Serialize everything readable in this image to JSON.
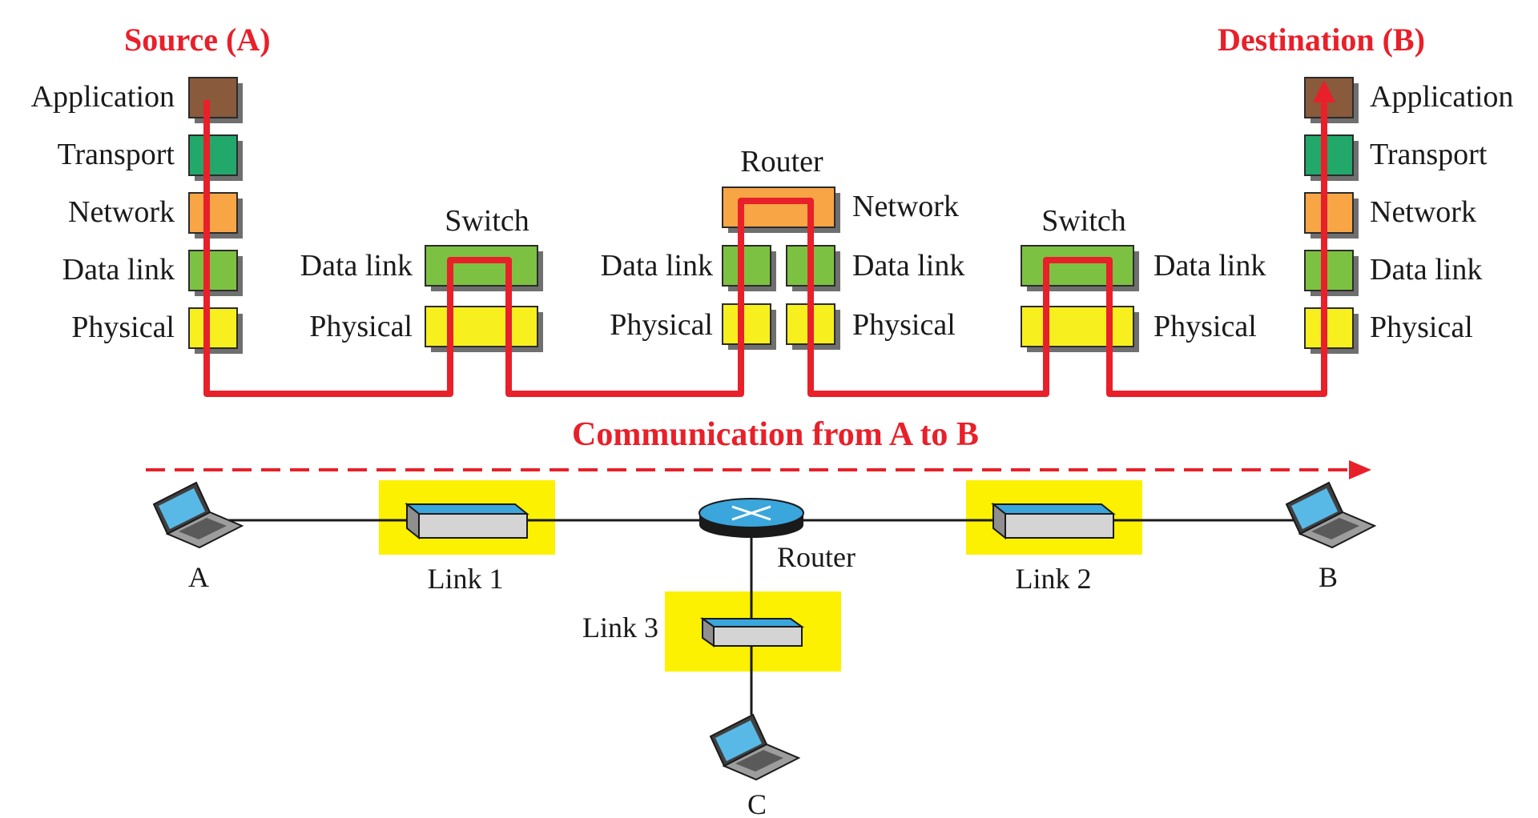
{
  "source_title": "Source (A)",
  "destination_title": "Destination (B)",
  "communication_label": "Communication from A to B",
  "layers": {
    "application": "Application",
    "transport": "Transport",
    "network": "Network",
    "data_link": "Data link",
    "physical": "Physical"
  },
  "devices": {
    "switch": "Switch",
    "router": "Router"
  },
  "nodes": {
    "a": "A",
    "b": "B",
    "c": "C",
    "router": "Router"
  },
  "links": {
    "link1": "Link 1",
    "link2": "Link 2",
    "link3": "Link 3"
  },
  "colors": {
    "application": "#8a5a3c",
    "transport": "#22a86a",
    "network": "#f8a545",
    "data_link": "#7dc142",
    "physical": "#f8ef1e",
    "path": "#e8202a",
    "link_highlight": "#fbf100"
  }
}
